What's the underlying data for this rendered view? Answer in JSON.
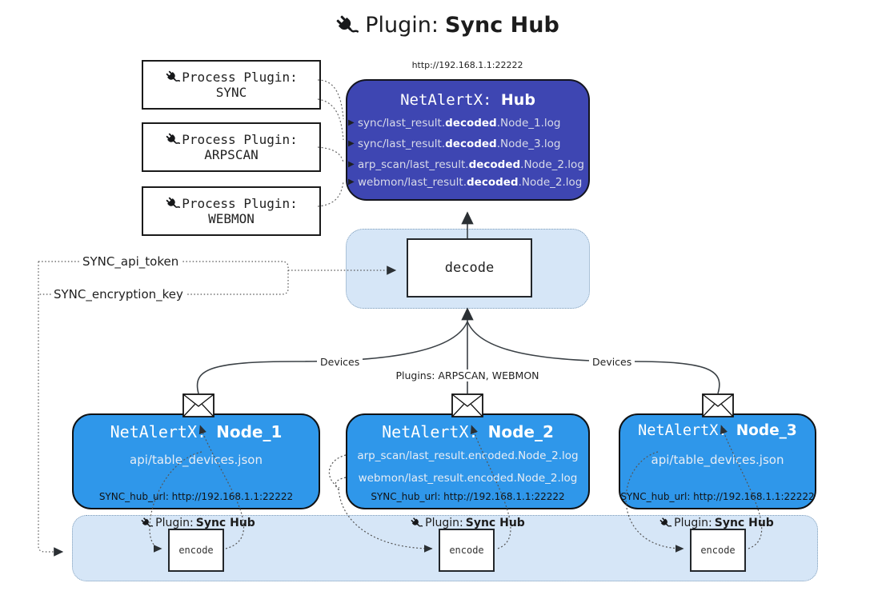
{
  "title": {
    "prefix": "Plugin:",
    "name": "Sync Hub"
  },
  "process_plugins": [
    {
      "label": "Process Plugin:",
      "name": "SYNC"
    },
    {
      "label": "Process Plugin:",
      "name": "ARPSCAN"
    },
    {
      "label": "Process Plugin:",
      "name": "WEBMON"
    }
  ],
  "hub": {
    "url": "http://192.168.1.1:22222",
    "title_prefix": "NetAlertX:",
    "title_name": "Hub",
    "logs": [
      {
        "pre": "sync/last_result.",
        "mid": "decoded",
        "post": ".Node_1.log"
      },
      {
        "pre": "sync/last_result.",
        "mid": "decoded",
        "post": ".Node_3.log"
      },
      {
        "pre": "arp_scan/last_result.",
        "mid": "decoded",
        "post": ".Node_2.log"
      },
      {
        "pre": "webmon/last_result.",
        "mid": "decoded",
        "post": ".Node_2.log"
      }
    ]
  },
  "decode": {
    "label": "decode"
  },
  "secrets": {
    "api_token": "SYNC_api_token",
    "encryption_key": "SYNC_encryption_key"
  },
  "edge_labels": {
    "left": "Devices",
    "center": "Plugins: ARPSCAN, WEBMON",
    "right": "Devices"
  },
  "nodes": [
    {
      "title_prefix": "NetAlertX:",
      "title_name": "Node_1",
      "files": [
        "api/table_devices.json"
      ],
      "hub_url": "SYNC_hub_url: http://192.168.1.1:22222"
    },
    {
      "title_prefix": "NetAlertX:",
      "title_name": "Node_2",
      "files": [
        "arp_scan/last_result.encoded.Node_2.log",
        "webmon/last_result.encoded.Node_2.log"
      ],
      "hub_url": "SYNC_hub_url: http://192.168.1.1:22222"
    },
    {
      "title_prefix": "NetAlertX:",
      "title_name": "Node_3",
      "files": [
        "api/table_devices.json"
      ],
      "hub_url": "SYNC_hub_url: http://192.168.1.1:22222"
    }
  ],
  "encoders": [
    {
      "prefix": "Plugin:",
      "name": "Sync Hub",
      "box_label": "encode"
    },
    {
      "prefix": "Plugin:",
      "name": "Sync Hub",
      "box_label": "encode"
    },
    {
      "prefix": "Plugin:",
      "name": "Sync Hub",
      "box_label": "encode"
    }
  ],
  "colors": {
    "hub_bg": "#3E46B2",
    "node_bg": "#2F97EA",
    "panel_bg": "#D6E6F7",
    "line": "#3a4045",
    "dotted": "#5a5a5a"
  }
}
